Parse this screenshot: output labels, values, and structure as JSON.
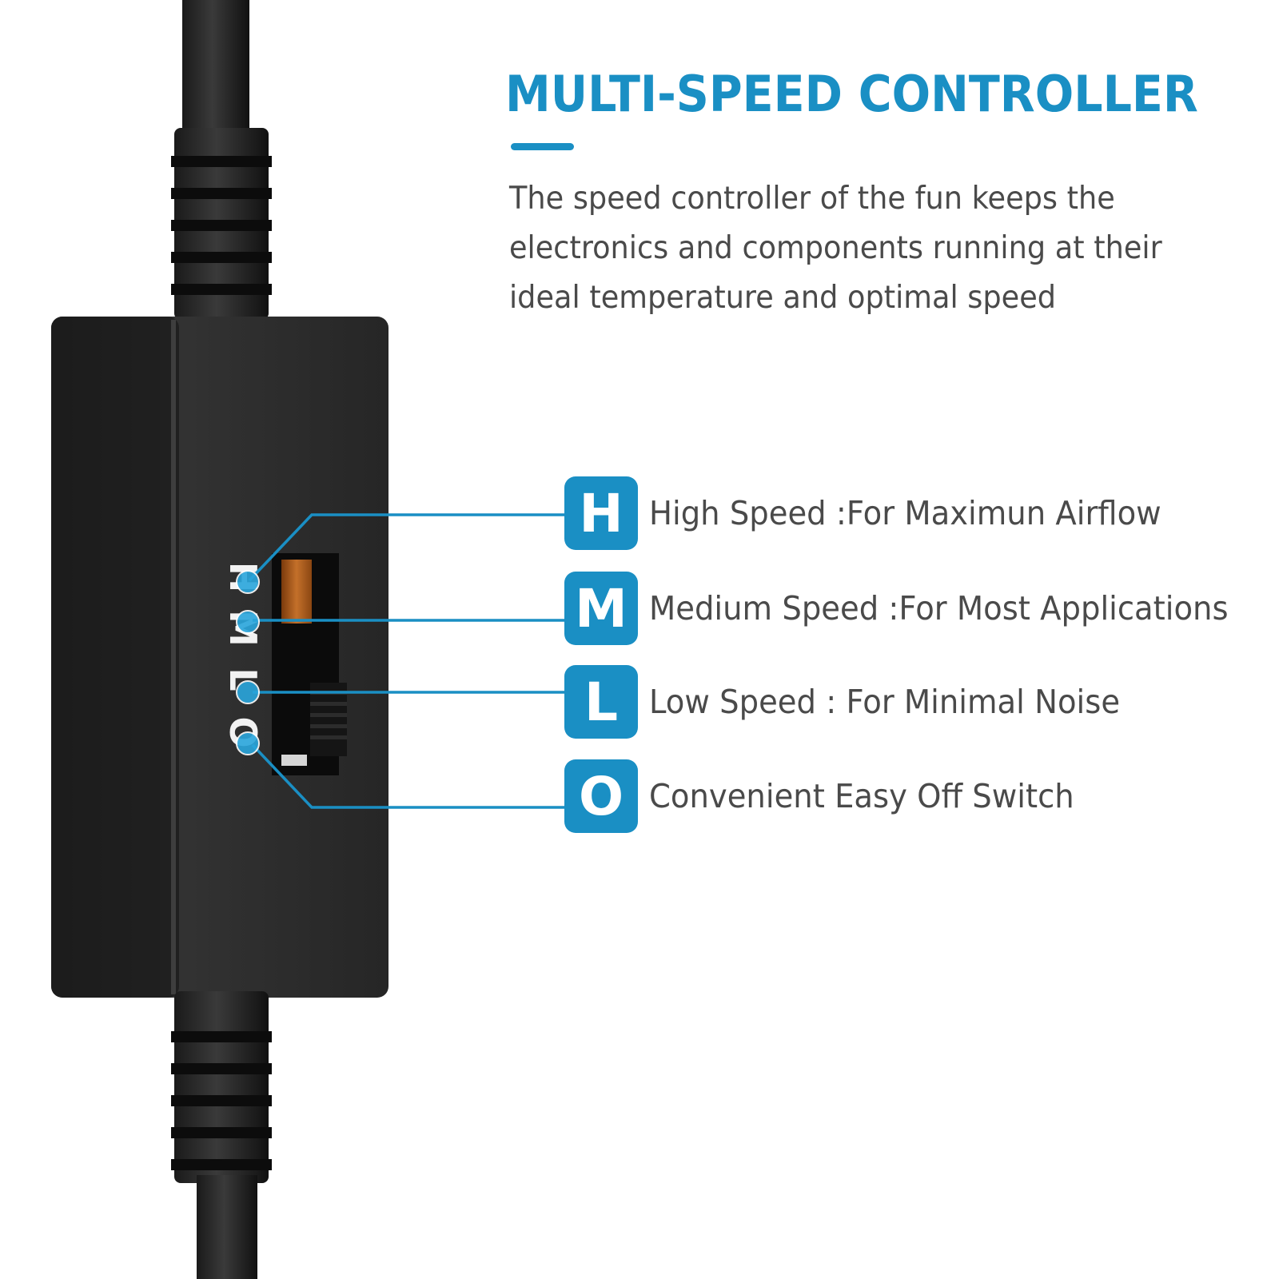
{
  "title": "MULTI-SPEED CONTROLLER",
  "description": "The speed controller of the fun keeps the electronics and components running at their ideal temperature and optimal speed",
  "switch_markings": [
    "H",
    "M",
    "L",
    "O"
  ],
  "modes": [
    {
      "letter": "H",
      "text": "High Speed :For Maximun Airflow"
    },
    {
      "letter": "M",
      "text": "Medium Speed :For Most Applications"
    },
    {
      "letter": "L",
      "text": "Low Speed : For Minimal Noise"
    },
    {
      "letter": "O",
      "text": "Convenient Easy Off Switch"
    }
  ],
  "colors": {
    "accent": "#1a8fc4",
    "text": "#4a4a4a",
    "controller_body": "#2b2b2b",
    "slider_amber": "#b8621a",
    "background": "#ffffff"
  }
}
